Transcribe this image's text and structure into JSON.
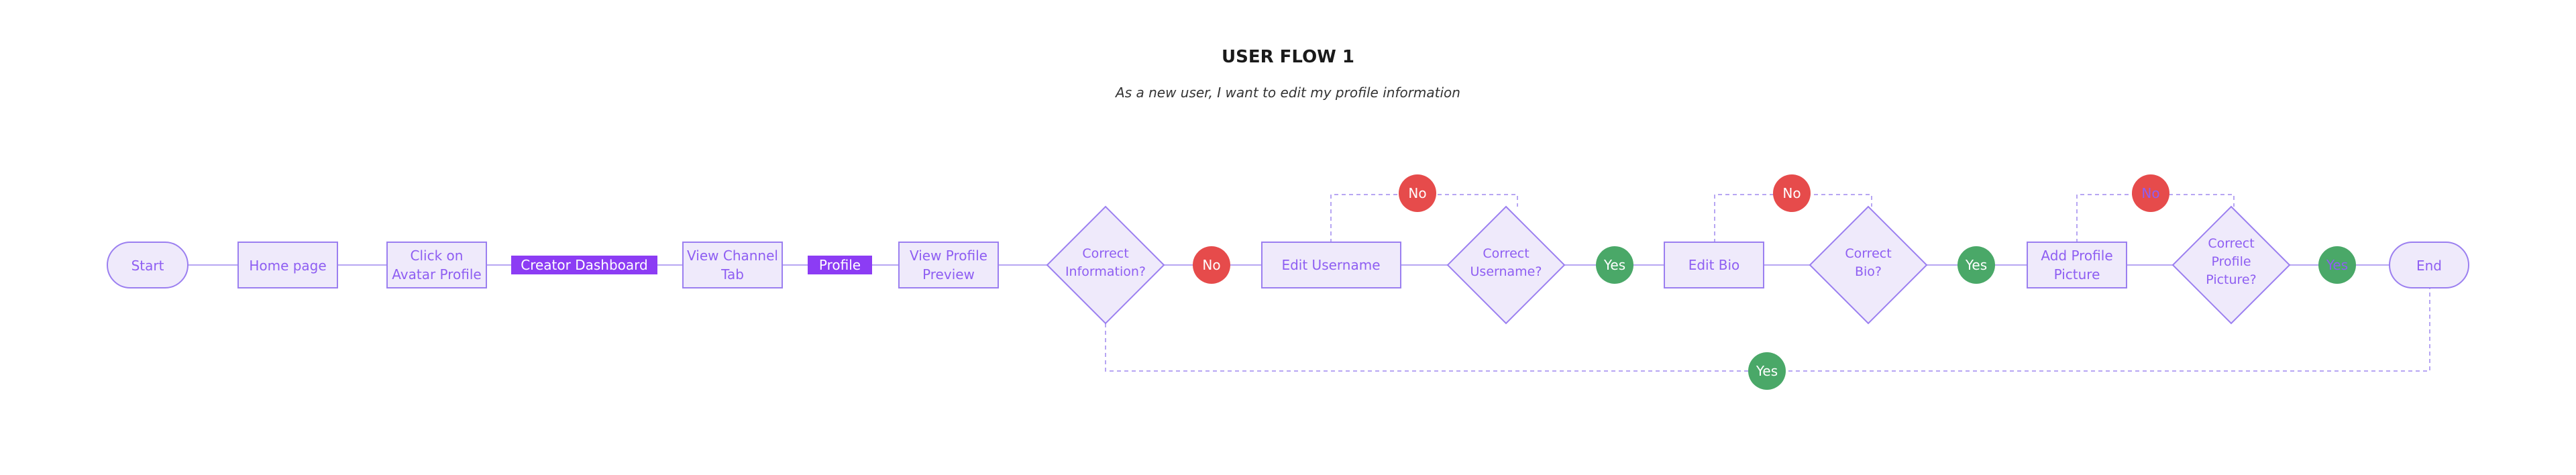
{
  "header": {
    "title": "USER FLOW 1",
    "subtitle": "As a new user, I want to edit my profile information"
  },
  "colors": {
    "node_fill": "#efeafb",
    "node_stroke": "#9b7ff0",
    "node_text": "#8e5ef2",
    "connector": "#b7a6f3",
    "highlight_fill": "#8c3cf4",
    "highlight_text": "#ffffff",
    "no_fill": "#e64b4b",
    "yes_fill": "#4aa868",
    "badge_text": "#ffffff",
    "dashed": "#b7a6f3"
  },
  "nodes": {
    "start": "Start",
    "home_page": "Home page",
    "click_avatar": [
      "Click on",
      "Avatar Profile"
    ],
    "creator_dashboard": "Creator Dashboard",
    "view_channel_tab": [
      "View Channel",
      "Tab"
    ],
    "profile": "Profile",
    "view_profile_preview": [
      "View Profile",
      "Preview"
    ],
    "correct_information": [
      "Correct",
      "Information?"
    ],
    "edit_username": "Edit Username",
    "correct_username": [
      "Correct",
      "Username?"
    ],
    "edit_bio": "Edit Bio",
    "correct_bio": [
      "Correct",
      "Bio?"
    ],
    "add_profile_picture": [
      "Add Profile",
      "Picture"
    ],
    "correct_profile_picture": [
      "Correct",
      "Profile",
      "Picture?"
    ],
    "end": "End"
  },
  "badges": {
    "no_info": "No",
    "no_username": "No",
    "yes_username": "Yes",
    "no_bio": "No",
    "yes_bio": "Yes",
    "no_picture": "No",
    "yes_picture": "Yes",
    "yes_skip": "Yes"
  }
}
